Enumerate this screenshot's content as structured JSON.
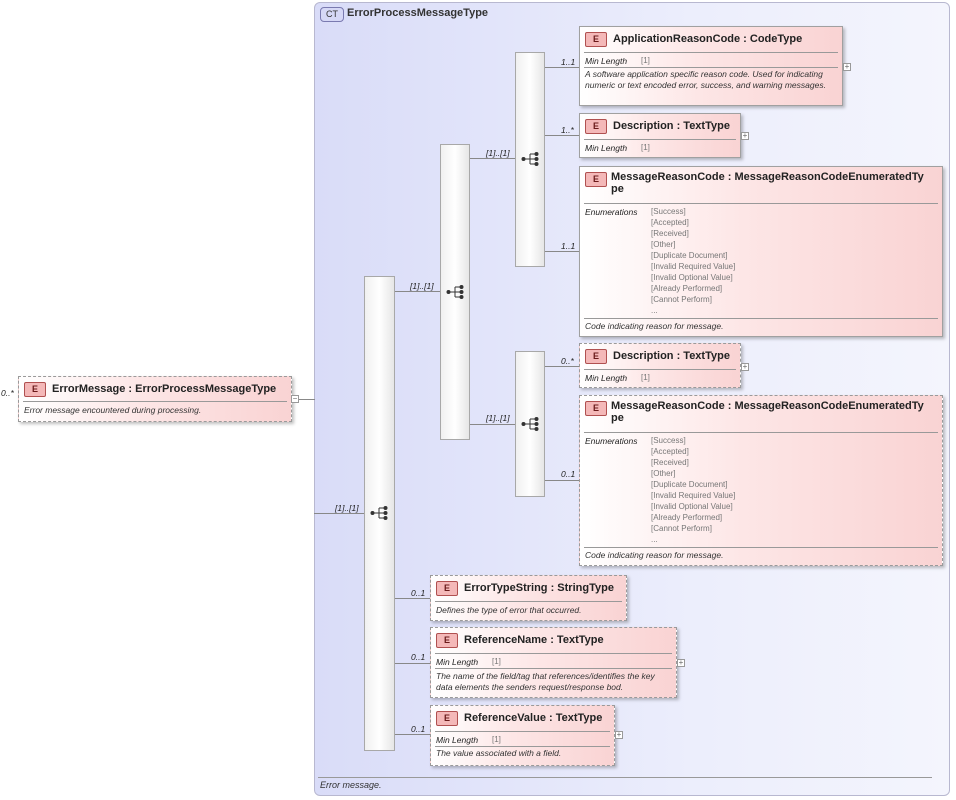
{
  "root": {
    "badge": "E",
    "cardinality": "0..*",
    "name": "ErrorMessage : ErrorProcessMessageType",
    "doc": "Error message encountered during processing."
  },
  "complex_type": {
    "badge": "CT",
    "name": "ErrorProcessMessageType",
    "doc": "Error message."
  },
  "sequences": {
    "main": "[1]..[1]",
    "group_a": "[1]..[1]",
    "group_b": "[1]..[1]",
    "group_c": "[1]..[1]"
  },
  "facets": {
    "min_length_label": "Min Length",
    "min_length_value": "[1]",
    "enumerations_label": "Enumerations"
  },
  "enumerations": [
    "[Success]",
    "[Accepted]",
    "[Received]",
    "[Other]",
    "[Duplicate Document]",
    "[Invalid Required Value]",
    "[Invalid Optional Value]",
    "[Already Performed]",
    "[Cannot Perform]",
    "..."
  ],
  "elements": {
    "app_reason_code": {
      "badge": "E",
      "cardinality": "1..1",
      "name": "ApplicationReasonCode : CodeType",
      "doc": "A software application specific reason code. Used for indicating numeric or text encoded error, success, and warning messages."
    },
    "description_1": {
      "badge": "E",
      "cardinality": "1..*",
      "name": "Description : TextType"
    },
    "message_reason_code_1": {
      "badge": "E",
      "cardinality": "1..1",
      "name_line1": "MessageReasonCode : MessageReasonCodeEnumeratedTy",
      "name_line2": "pe",
      "doc": "Code indicating reason for message."
    },
    "description_2": {
      "badge": "E",
      "cardinality": "0..*",
      "name": "Description : TextType"
    },
    "message_reason_code_2": {
      "badge": "E",
      "cardinality": "0..1",
      "name_line1": "MessageReasonCode : MessageReasonCodeEnumeratedTy",
      "name_line2": "pe",
      "doc": "Code indicating reason for message."
    },
    "error_type_string": {
      "badge": "E",
      "cardinality": "0..1",
      "name": "ErrorTypeString : StringType",
      "doc": "Defines the type of error that occurred."
    },
    "reference_name": {
      "badge": "E",
      "cardinality": "0..1",
      "name": "ReferenceName : TextType",
      "doc": "The name of the field/tag that references/identifies the key data elements the senders request/response bod."
    },
    "reference_value": {
      "badge": "E",
      "cardinality": "0..1",
      "name": "ReferenceValue : TextType",
      "doc": "The value associated with a field."
    }
  }
}
